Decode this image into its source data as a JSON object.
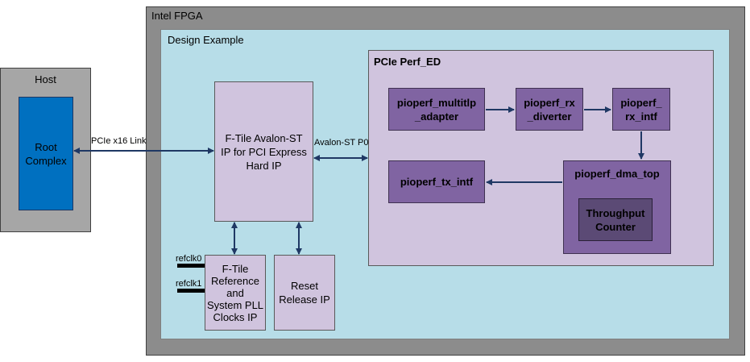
{
  "host": {
    "title": "Host",
    "root_complex": "Root\nComplex"
  },
  "fpga": {
    "title": "Intel FPGA"
  },
  "design_example": {
    "title": "Design Example"
  },
  "hard_ip": {
    "label": "F-Tile Avalon-ST\nIP for PCI Express\nHard IP"
  },
  "pll_clocks": {
    "label": "F-Tile\nReference\nand\nSystem PLL\nClocks IP"
  },
  "reset_release": {
    "label": "Reset\nRelease IP"
  },
  "perf_ed": {
    "title": "PCIe Perf_ED",
    "multitlp_adapter": "pioperf_multitlp\n_adapter",
    "rx_diverter": "pioperf_rx\n_diverter",
    "rx_intf": "pioperf_\nrx_intf",
    "tx_intf": "pioperf_tx_intf",
    "dma_top": "pioperf_dma_top",
    "throughput_counter": "Throughput\nCounter"
  },
  "links": {
    "pcie_link": "PCIe x16 Link",
    "avalon_st": "Avalon-ST P0",
    "refclk0": "refclk0",
    "refclk1": "refclk1"
  },
  "colors": {
    "arrow": "#1f3864",
    "root_complex": "#0070c0",
    "module": "#8064a2",
    "counter": "#5b4a75",
    "lavender": "#d0c4de",
    "design_bg": "#b7dde8"
  }
}
